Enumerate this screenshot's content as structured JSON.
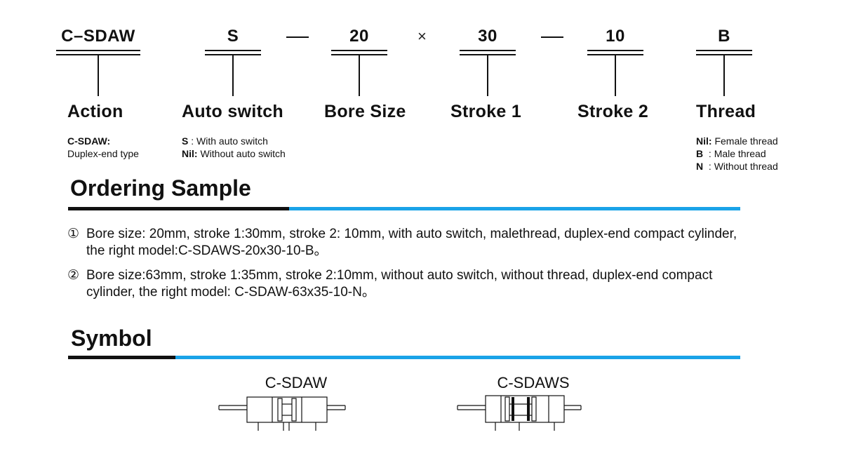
{
  "model_code": {
    "parts": [
      "C–SDAW",
      "S",
      "20",
      "30",
      "10",
      "B"
    ],
    "separators": [
      "—",
      "×",
      "—"
    ]
  },
  "fields": {
    "action": "Action",
    "auto_switch": "Auto switch",
    "bore_size": "Bore Size",
    "stroke1": "Stroke 1",
    "stroke2": "Stroke 2",
    "thread": "Thread"
  },
  "action_desc": {
    "code": "C-SDAW:",
    "text": "Duplex-end type"
  },
  "switch_desc": [
    {
      "key": "S",
      "sep": " : ",
      "text": "With auto switch"
    },
    {
      "key": "Nil:",
      "sep": " ",
      "text": "Without auto switch"
    }
  ],
  "thread_desc": [
    {
      "key": "Nil:",
      "sep": " ",
      "text": "Female thread"
    },
    {
      "key": "B",
      "sep": "  : ",
      "text": "Male thread"
    },
    {
      "key": "N",
      "sep": "  : ",
      "text": "Without thread"
    }
  ],
  "ordering": {
    "title": "Ordering Sample",
    "samples": [
      {
        "num": "①",
        "text": "Bore size: 20mm, stroke 1:30mm, stroke 2: 10mm, with auto switch, malethread, duplex-end compact cylinder, the right model:C-SDAWS-20x30-10-B。"
      },
      {
        "num": "②",
        "text": "Bore size:63mm, stroke 1:35mm, stroke 2:10mm, without auto switch, without thread, duplex-end compact cylinder, the right model: C-SDAW-63x35-10-N。"
      }
    ]
  },
  "symbol": {
    "title": "Symbol",
    "labels": [
      "C-SDAW",
      "C-SDAWS"
    ]
  },
  "colors": {
    "accent_blue": "#1aa3e8",
    "rule_black": "#111111"
  }
}
